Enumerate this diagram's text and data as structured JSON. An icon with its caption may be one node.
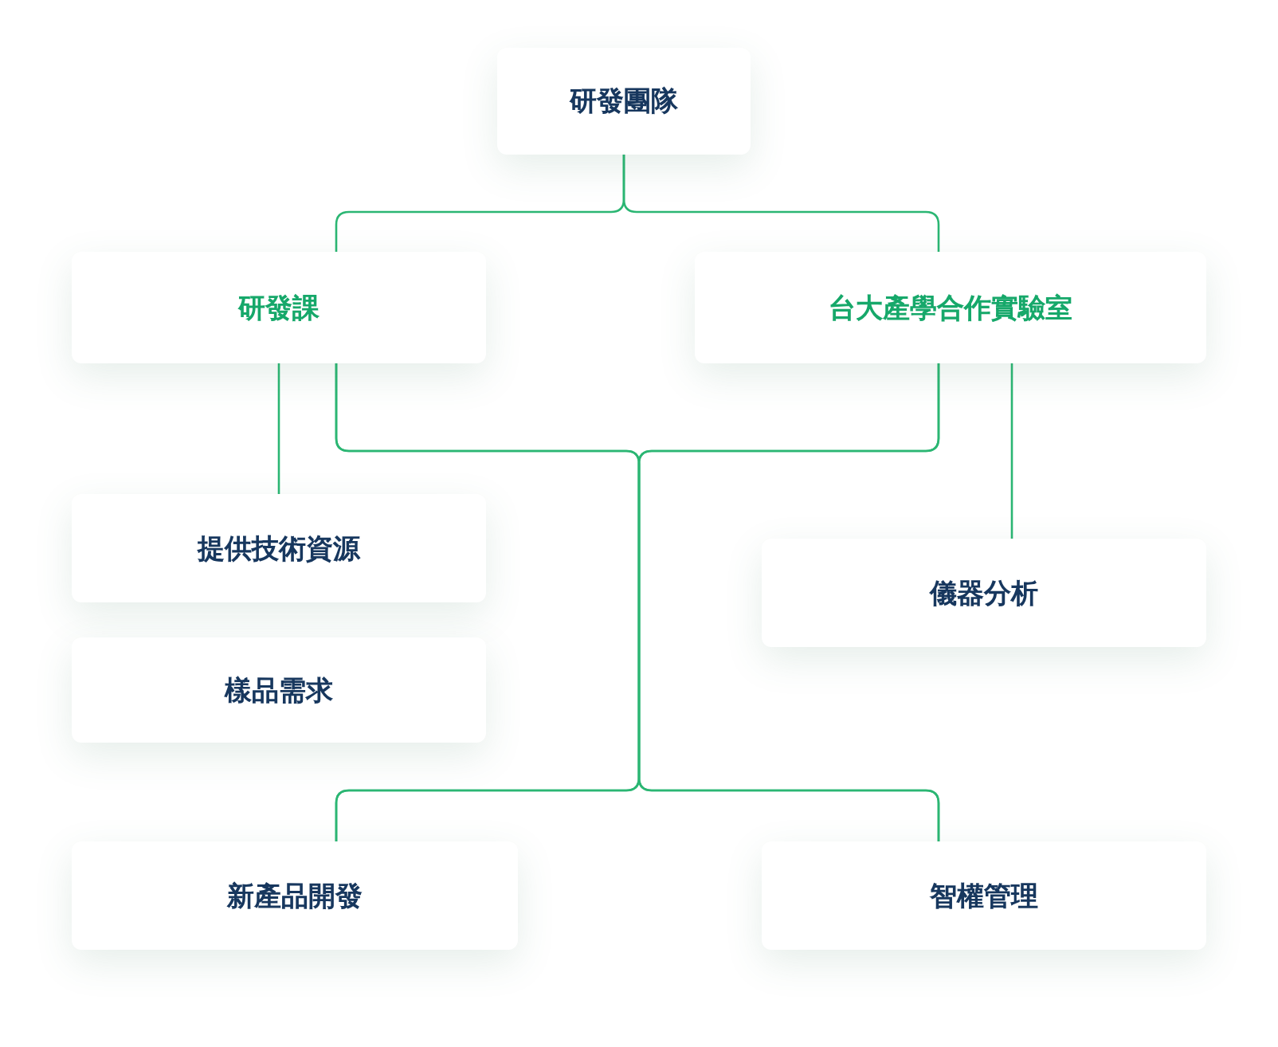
{
  "diagram": {
    "nodes": [
      {
        "text": [
          "研發團隊"
        ]
      },
      {
        "text": [
          "研發課"
        ]
      },
      {
        "text": [
          "台大產學合作實驗室"
        ]
      },
      {
        "text": [
          "提供技術資源"
        ]
      },
      {
        "text": [
          "樣品需求"
        ]
      },
      {
        "text": [
          "儀器分析"
        ]
      },
      {
        "text": [
          "新產品開發"
        ]
      },
      {
        "text": [
          "智權管理"
        ]
      }
    ],
    "edges": [
      {
        "from": 0,
        "to": 1,
        "arrow": "none"
      },
      {
        "from": 0,
        "to": 2,
        "arrow": "none"
      },
      {
        "from": 1,
        "to": 3,
        "arrow": "none"
      },
      {
        "from": 2,
        "to": 5,
        "arrow": "none"
      },
      {
        "from": 1,
        "to": 6,
        "arrow": "none"
      },
      {
        "from": 1,
        "to": 7,
        "arrow": "none"
      },
      {
        "from": 2,
        "to": 6,
        "arrow": "none"
      },
      {
        "from": 2,
        "to": 7,
        "arrow": "none"
      }
    ]
  }
}
